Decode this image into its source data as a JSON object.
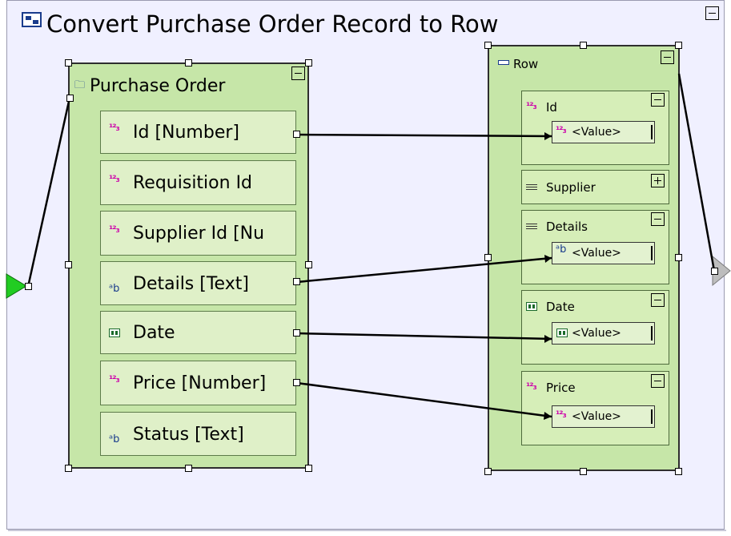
{
  "window": {
    "title": "Convert Purchase Order Record to Row"
  },
  "source": {
    "title": "Purchase Order",
    "icon": "record-icon",
    "fields": [
      {
        "label": "Id [Number]",
        "icon": "number-icon"
      },
      {
        "label": "Requisition Id",
        "icon": "number-icon"
      },
      {
        "label": "Supplier Id [Nu",
        "icon": "number-icon"
      },
      {
        "label": "Details [Text]",
        "icon": "text-icon"
      },
      {
        "label": "Date",
        "icon": "date-icon"
      },
      {
        "label": "Price [Number]",
        "icon": "number-icon"
      },
      {
        "label": "Status [Text]",
        "icon": "text-icon"
      }
    ]
  },
  "target": {
    "title": "Row",
    "icon": "row-icon",
    "sections": [
      {
        "label": "Id",
        "icon": "number-icon",
        "value": "<Value>",
        "state": "expanded"
      },
      {
        "label": "Supplier",
        "icon": "structure-icon",
        "state": "collapsed"
      },
      {
        "label": "Details",
        "icon": "structure-icon",
        "value": "<Value>",
        "state": "expanded",
        "value_icon": "text-icon"
      },
      {
        "label": "Date",
        "icon": "date-icon",
        "value": "<Value>",
        "state": "expanded"
      },
      {
        "label": "Price",
        "icon": "number-icon",
        "value": "<Value>",
        "state": "expanded"
      }
    ]
  },
  "glyphs": {
    "number": "¹²₃",
    "text": "ᵃb"
  },
  "colors": {
    "node_fill": "#c6e6a8",
    "canvas_fill": "#f0f0ff",
    "input_arrow": "#22cc22",
    "output_arrow": "#b8b8b8"
  }
}
